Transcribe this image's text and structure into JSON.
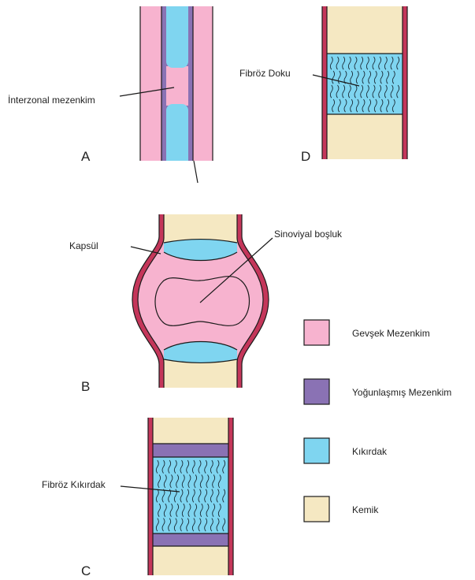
{
  "panels": {
    "a": "A",
    "b": "B",
    "c": "C",
    "d": "D"
  },
  "labels": {
    "interzonal": "İnterzonal mezenkim",
    "fibrous_tissue": "Fibröz Doku",
    "capsule": "Kapsül",
    "synovial_space": "Sinoviyal boşluk",
    "fibrocartilage": "Fibröz Kıkırdak"
  },
  "legend": [
    {
      "label": "Gevşek Mezenkim",
      "color": "#f7b3cf"
    },
    {
      "label": "Yoğunlaşmış Mezenkim",
      "color": "#8a72b4"
    },
    {
      "label": "Kıkırdak",
      "color": "#7fd5f0"
    },
    {
      "label": "Kemik",
      "color": "#f5e8c2"
    }
  ],
  "colors": {
    "loose_mesenchyme": "#f7b3cf",
    "condensed_mesenchyme": "#8a72b4",
    "cartilage": "#7fd5f0",
    "bone": "#f5e8c2",
    "periosteum": "#c4365a",
    "outline": "#1a1a1a"
  }
}
